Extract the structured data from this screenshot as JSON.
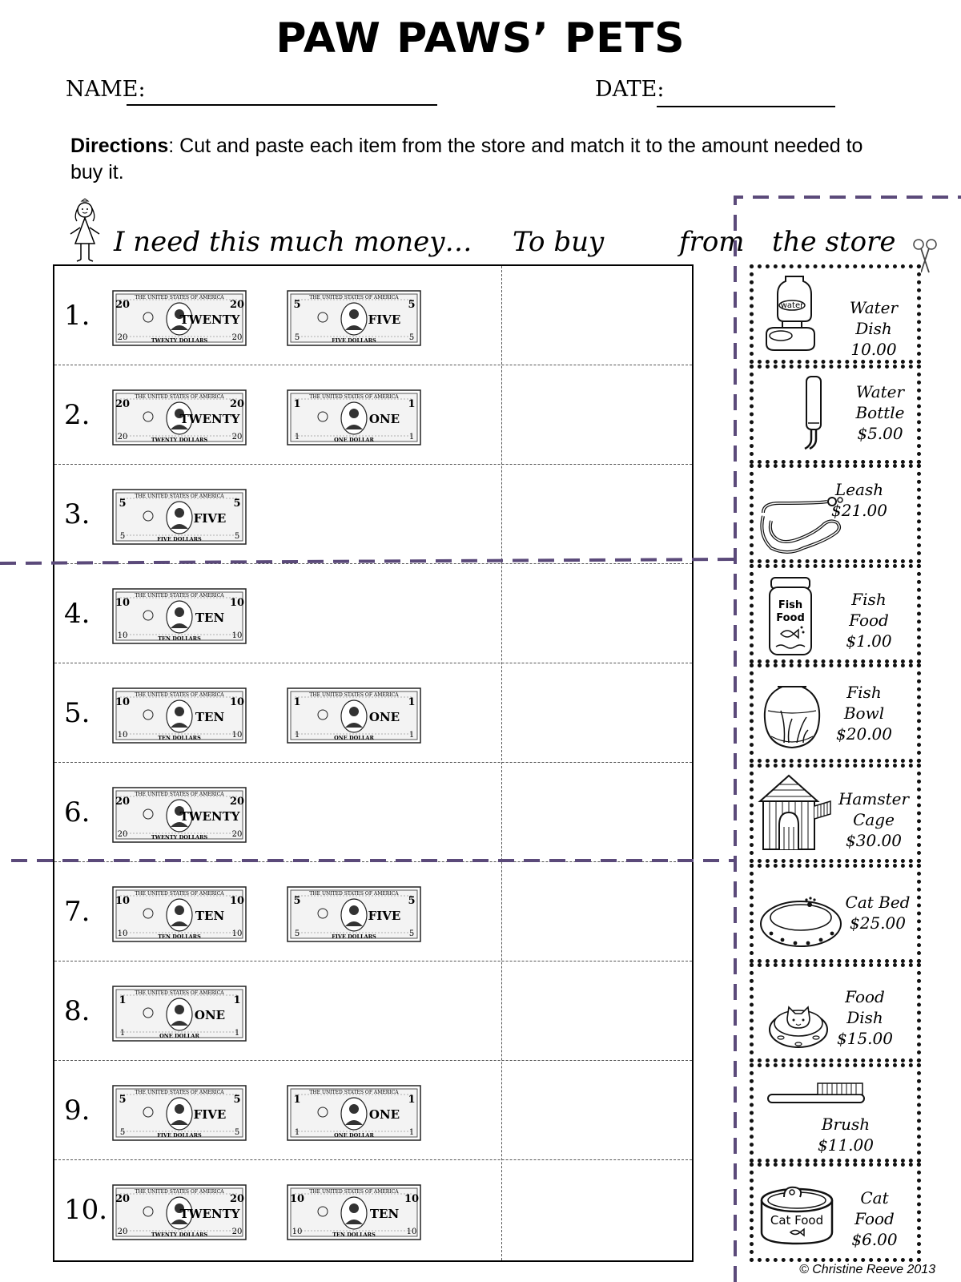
{
  "title": "PAW PAWS’ PETS",
  "name_label": "NAME:",
  "date_label": "DATE:",
  "directions": {
    "lead": "Directions",
    "text": ":  Cut and paste each item from the store and match it to the amount needed to buy it."
  },
  "headers": {
    "money": "I need this much money…",
    "buy": "To buy",
    "from": "from",
    "store": "the store"
  },
  "rows": [
    {
      "number": "1.",
      "bills": [
        {
          "value": "20",
          "word": "TWENTY",
          "caption": "TWENTY DOLLARS"
        },
        {
          "value": "5",
          "word": "FIVE",
          "caption": "FIVE DOLLARS"
        }
      ]
    },
    {
      "number": "2.",
      "bills": [
        {
          "value": "20",
          "word": "TWENTY",
          "caption": "TWENTY DOLLARS"
        },
        {
          "value": "1",
          "word": "ONE",
          "caption": "ONE DOLLAR"
        }
      ]
    },
    {
      "number": "3.",
      "bills": [
        {
          "value": "5",
          "word": "FIVE",
          "caption": "FIVE DOLLARS"
        }
      ]
    },
    {
      "number": "4.",
      "bills": [
        {
          "value": "10",
          "word": "TEN",
          "caption": "TEN DOLLARS"
        }
      ]
    },
    {
      "number": "5.",
      "bills": [
        {
          "value": "10",
          "word": "TEN",
          "caption": "TEN DOLLARS"
        },
        {
          "value": "1",
          "word": "ONE",
          "caption": "ONE DOLLAR"
        }
      ]
    },
    {
      "number": "6.",
      "bills": [
        {
          "value": "20",
          "word": "TWENTY",
          "caption": "TWENTY DOLLARS"
        }
      ]
    },
    {
      "number": "7.",
      "bills": [
        {
          "value": "10",
          "word": "TEN",
          "caption": "TEN DOLLARS"
        },
        {
          "value": "5",
          "word": "FIVE",
          "caption": "FIVE DOLLARS"
        }
      ]
    },
    {
      "number": "8.",
      "bills": [
        {
          "value": "1",
          "word": "ONE",
          "caption": "ONE DOLLAR"
        }
      ]
    },
    {
      "number": "9.",
      "bills": [
        {
          "value": "5",
          "word": "FIVE",
          "caption": "FIVE DOLLARS"
        },
        {
          "value": "1",
          "word": "ONE",
          "caption": "ONE DOLLAR"
        }
      ]
    },
    {
      "number": "10.",
      "bills": [
        {
          "value": "20",
          "word": "TWENTY",
          "caption": "TWENTY DOLLARS"
        },
        {
          "value": "10",
          "word": "TEN",
          "caption": "TEN DOLLARS"
        }
      ]
    }
  ],
  "bill_header": "THE UNITED STATES OF AMERICA",
  "store_items": [
    {
      "name": [
        "Water",
        "Dish"
      ],
      "price": "10.00",
      "icon": "water-dispenser-icon"
    },
    {
      "name": [
        "Water",
        "Bottle"
      ],
      "price": "$5.00",
      "icon": "water-bottle-icon"
    },
    {
      "name": [
        "Leash"
      ],
      "price": "$21.00",
      "icon": "leash-icon"
    },
    {
      "name": [
        "Fish",
        "Food"
      ],
      "price": "$1.00",
      "icon": "fish-food-icon",
      "label": [
        "Fish",
        "Food"
      ]
    },
    {
      "name": [
        "Fish",
        "Bowl"
      ],
      "price": "$20.00",
      "icon": "fish-bowl-icon"
    },
    {
      "name": [
        "Hamster",
        "Cage"
      ],
      "price": "$30.00",
      "icon": "hamster-cage-icon"
    },
    {
      "name": [
        "Cat Bed"
      ],
      "price": "$25.00",
      "icon": "cat-bed-icon"
    },
    {
      "name": [
        "Food",
        "Dish"
      ],
      "price": "$15.00",
      "icon": "food-dish-icon"
    },
    {
      "name": [
        "Brush"
      ],
      "price": "$11.00",
      "icon": "brush-icon"
    },
    {
      "name": [
        "Cat",
        "Food"
      ],
      "price": "$6.00",
      "icon": "cat-food-icon",
      "label": "Cat Food"
    }
  ],
  "copyright": "© Christine Reeve 2013",
  "colors": {
    "cut_line": "#5b4a7a",
    "ink": "#000000"
  }
}
